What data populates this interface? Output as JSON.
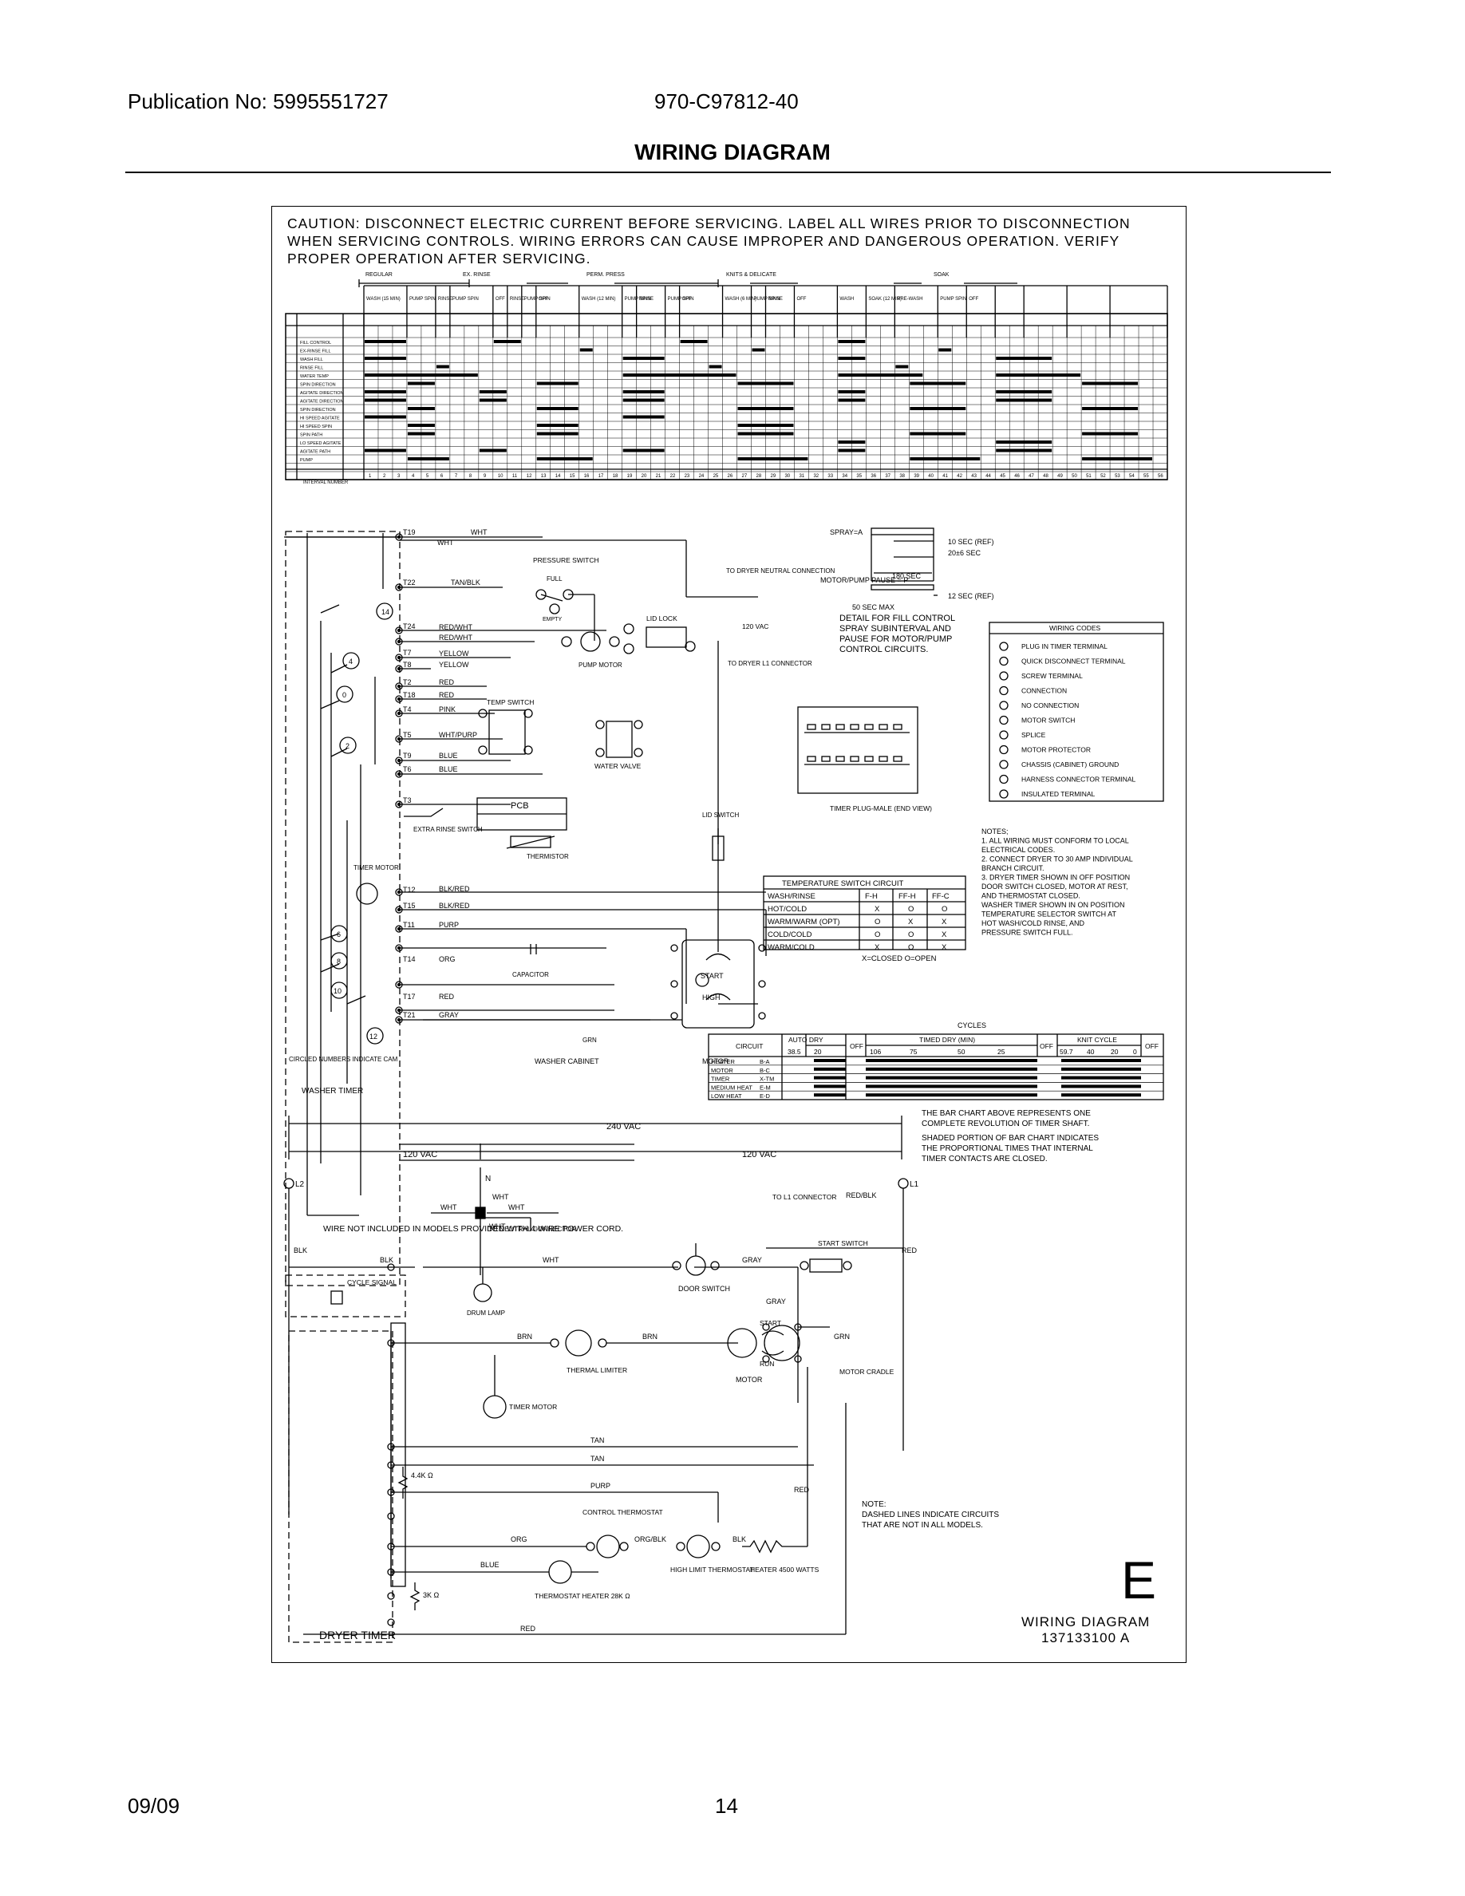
{
  "header": {
    "publication": "Publication No: 5995551727",
    "doc_number": "970-C97812-40",
    "title": "WIRING DIAGRAM"
  },
  "footer": {
    "date": "09/09",
    "page": "14"
  },
  "caution": [
    "CAUTION: DISCONNECT ELECTRIC CURRENT BEFORE SERVICING. LABEL ALL WIRES PRIOR TO DISCONNECTION",
    "WHEN SERVICING CONTROLS. WIRING ERRORS CAN CAUSE IMPROPER AND DANGEROUS OPERATION. VERIFY",
    "PROPER OPERATION AFTER SERVICING."
  ],
  "timer_chart": {
    "groups": [
      "REGULAR",
      "EX. RINSE",
      "PERM. PRESS",
      "KNITS & DELICATE",
      "SOAK"
    ],
    "phases": [
      "WASH (15 MIN)",
      "PUMP SPIN",
      "RINSE",
      "PUMP SPIN",
      "OFF",
      "RINSE",
      "PUMP SPIN",
      "OFF",
      "WASH (12 MIN)",
      "PUMP SPIN",
      "RINSE",
      "PUMP SPIN",
      "OFF",
      "WASH (6 MIN)",
      "PUMP SPIN",
      "RINSE",
      "OFF",
      "WASH",
      "SOAK (12 MIN)",
      "PRE-WASH",
      "PUMP SPIN",
      "OFF"
    ],
    "functions": [
      "FILL CONTROL",
      "EX-RINSE FILL",
      "WASH FILL",
      "RINSE FILL",
      "WATER TEMP",
      "SPIN DIRECTION",
      "AGITATE DIRECTION",
      "AGITATE DIRECTION",
      "SPIN DIRECTION",
      "HI SPEED AGITATE",
      "HI SPEED SPIN",
      "SPIN PATH",
      "LO SPEED AGITATE",
      "AGITATE PATH",
      "PUMP"
    ],
    "intervals_label": "INTERVAL NUMBER"
  },
  "washer": {
    "terminals": [
      "T19",
      "T22",
      "T24",
      "T7",
      "T8",
      "T2",
      "T18",
      "T4",
      "T5",
      "T9",
      "T6",
      "T3",
      "T12",
      "T15",
      "T11",
      "T14",
      "T17",
      "T21"
    ],
    "wires": [
      "WHT",
      "WHT",
      "TAN/BLK",
      "RED/WHT",
      "RED/WHT",
      "YELLOW",
      "YELLOW",
      "RED",
      "RED",
      "PINK",
      "WHT/PURP",
      "BLUE",
      "BLUE",
      "BLK/RED",
      "BLK/RED",
      "PURP",
      "ORG",
      "RED",
      "GRAY"
    ],
    "labels": {
      "pressure_switch": "PRESSURE SWITCH",
      "full": "FULL",
      "empty": "EMPTY",
      "lid_lock": "LID LOCK",
      "pump_motor": "PUMP MOTOR",
      "temp_switch": "TEMP SWITCH",
      "water_valve": "WATER VALVE",
      "pcb": "PCB",
      "thermistor": "THERMISTOR",
      "extra_rinse": "EXTRA RINSE SWITCH",
      "timer_motor": "TIMER MOTOR",
      "capacitor": "CAPACITOR",
      "start": "START",
      "high": "HIGH",
      "motor": "MOTOR",
      "washer_cabinet": "WASHER CABINET",
      "circled": "CIRCLED NUMBERS INDICATE CAM",
      "washer_timer": "WASHER TIMER",
      "to_dryer_neutral": "TO DRYER NEUTRAL CONNECTION",
      "vac": "120 VAC",
      "to_dryer_l1": "TO DRYER L1 CONNECTOR",
      "lid_switch": "LID SWITCH",
      "grn": "GRN"
    },
    "cams": [
      "14",
      "4",
      "0",
      "2",
      "6",
      "8",
      "10",
      "12"
    ]
  },
  "spray": {
    "spray_label": "SPRAY=A",
    "motor_label": "MOTOR/PUMP PAUSE = P",
    "ref10": "10 SEC (REF)",
    "sec20": "20±6 SEC",
    "sec180": "180 SEC",
    "ref12": "12 SEC (REF)",
    "max50": "50 SEC MAX",
    "detail": [
      "DETAIL FOR FILL CONTROL",
      "SPRAY SUBINTERVAL AND",
      "PAUSE FOR MOTOR/PUMP",
      "CONTROL CIRCUITS."
    ]
  },
  "timer_plug": "TIMER PLUG-MALE (END VIEW)",
  "wiring_codes": {
    "title": "WIRING CODES",
    "items": [
      {
        "icon": "plug-terminal-icon",
        "label": "PLUG IN TIMER TERMINAL"
      },
      {
        "icon": "quick-disconnect-icon",
        "label": "QUICK DISCONNECT TERMINAL"
      },
      {
        "icon": "screw-terminal-icon",
        "label": "SCREW TERMINAL"
      },
      {
        "icon": "connection-icon",
        "label": "CONNECTION"
      },
      {
        "icon": "no-connection-icon",
        "label": "NO CONNECTION"
      },
      {
        "icon": "motor-switch-icon",
        "label": "MOTOR SWITCH"
      },
      {
        "icon": "splice-icon",
        "label": "SPLICE"
      },
      {
        "icon": "motor-protector-icon",
        "label": "MOTOR PROTECTOR"
      },
      {
        "icon": "chassis-ground-icon",
        "label": "CHASSIS (CABINET) GROUND"
      },
      {
        "icon": "harness-connector-icon",
        "label": "HARNESS CONNECTOR TERMINAL"
      },
      {
        "icon": "insulated-terminal-icon",
        "label": "INSULATED TERMINAL"
      }
    ]
  },
  "notes": [
    "NOTES;",
    "1. ALL WIRING MUST CONFORM TO LOCAL",
    "   ELECTRICAL CODES.",
    "2. CONNECT DRYER TO 30 AMP INDIVIDUAL",
    "   BRANCH CIRCUIT.",
    "3. DRYER TIMER SHOWN IN OFF POSITION",
    "   DOOR SWITCH CLOSED, MOTOR AT REST,",
    "   AND THERMOSTAT CLOSED.",
    "   WASHER TIMER SHOWN IN ON POSITION",
    "   TEMPERATURE SELECTOR SWITCH AT",
    "   HOT WASH/COLD RINSE, AND",
    "   PRESSURE SWITCH FULL."
  ],
  "temp_table": {
    "title": "TEMPERATURE SWITCH CIRCUIT",
    "columns": [
      "WASH/RINSE",
      "F-H",
      "FF-H",
      "FF-C"
    ],
    "rows": [
      [
        "HOT/COLD",
        "X",
        "O",
        "O"
      ],
      [
        "WARM/WARM (OPT)",
        "O",
        "X",
        "X"
      ],
      [
        "COLD/COLD",
        "O",
        "O",
        "X"
      ],
      [
        "WARM/COLD",
        "X",
        "O",
        "X"
      ]
    ],
    "legend": "X=CLOSED    O=OPEN"
  },
  "cycles": {
    "title": "CYCLES",
    "circuit_header": "CIRCUIT",
    "auto_dry": "AUTO DRY",
    "timed_dry": "TIMED DRY (MIN)",
    "knit": "KNIT CYCLE",
    "off": "OFF",
    "auto_nums": [
      "38.5",
      "20"
    ],
    "timed_nums": [
      "106",
      "75",
      "50",
      "25"
    ],
    "knit_nums": [
      "59.7",
      "40",
      "20",
      "0"
    ],
    "rows": [
      {
        "name": "HEATER",
        "code": "B-A"
      },
      {
        "name": "MOTOR",
        "code": "B-C"
      },
      {
        "name": "TIMER",
        "code": "X-TM"
      },
      {
        "name": "MEDIUM HEAT",
        "code": "E-M"
      },
      {
        "name": "LOW HEAT",
        "code": "E-D"
      }
    ],
    "note": [
      "THE BAR CHART ABOVE REPRESENTS ONE",
      "COMPLETE REVOLUTION OF TIMER SHAFT.",
      "SHADED PORTION OF BAR CHART INDICATES",
      "THE PROPORTIONAL TIMES THAT INTERNAL",
      "TIMER CONTACTS ARE CLOSED."
    ]
  },
  "dryer": {
    "vac240": "240 VAC",
    "vac120a": "120 VAC",
    "vac120b": "120 VAC",
    "l2": "L2",
    "l1": "L1",
    "n": "N",
    "to_neutral": "TO NEUTRAL CONNECTOR",
    "to_l1": "TO L1 CONNECTOR",
    "wire_note": "WIRE NOT INCLUDED IN MODELS PROVIDED WITH 4-WIRE POWER CORD.",
    "start_switch": "START SWITCH",
    "door_switch": "DOOR SWITCH",
    "drum_lamp": "DRUM LAMP",
    "cycle_signal": "CYCLE SIGNAL",
    "thermal_limiter": "THERMAL LIMITER",
    "timer_motor": "TIMER MOTOR",
    "motor": "MOTOR",
    "motor_cradle": "MOTOR CRADLE",
    "start": "START",
    "run": "RUN",
    "control_thermostat": "CONTROL THERMOSTAT",
    "high_limit": "HIGH LIMIT THERMOSTAT",
    "heater": "HEATER 4500 WATTS",
    "thermostat_heater": "THERMOSTAT HEATER 28K Ω",
    "r44": "4.4K Ω",
    "r3": "3K Ω",
    "dryer_timer": "DRYER TIMER",
    "dashed_note": [
      "NOTE:",
      "DASHED LINES INDICATE CIRCUITS",
      "THAT ARE NOT IN ALL MODELS."
    ],
    "colors": [
      "WHT",
      "WHT",
      "WHT",
      "WHT",
      "RED/BLK",
      "BLK",
      "BLK",
      "WHT",
      "GRAY",
      "GRAY",
      "RED",
      "BRN",
      "BRN",
      "GRN",
      "TAN",
      "TAN",
      "PURP",
      "RED",
      "ORG",
      "ORG/BLK",
      "BLK",
      "BLUE",
      "RED"
    ]
  },
  "stamp": {
    "letter": "E",
    "title": "WIRING DIAGRAM",
    "number": "137133100 A"
  }
}
